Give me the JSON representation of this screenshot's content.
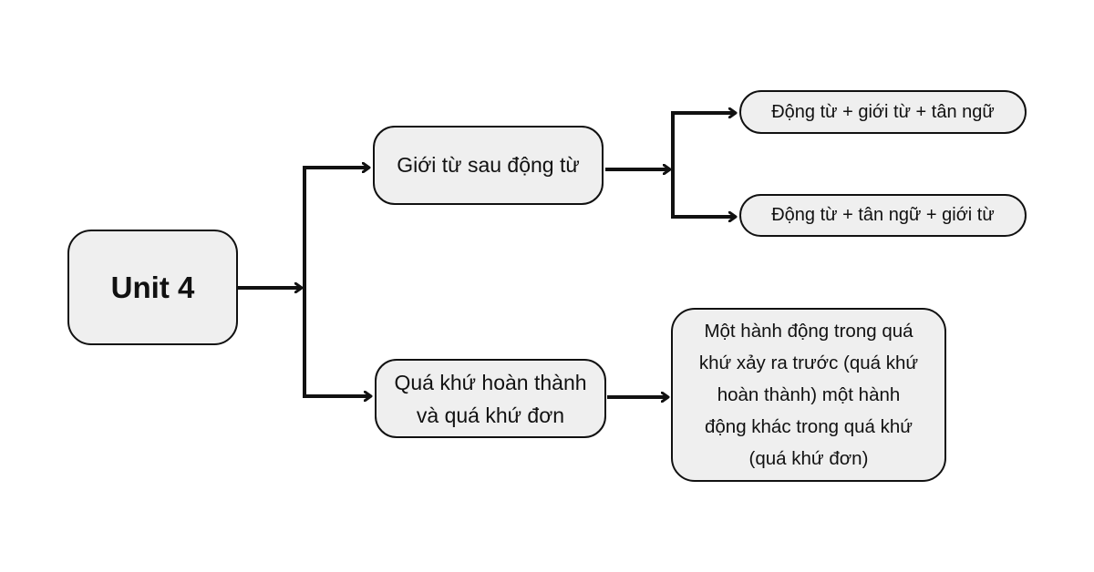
{
  "diagram": {
    "type": "mind-map",
    "root": {
      "label": "Unit 4"
    },
    "branches": [
      {
        "label": "Giới từ sau động từ",
        "children": [
          {
            "label": "Động từ + giới từ + tân ngữ"
          },
          {
            "label": "Động từ + tân ngữ + giới từ"
          }
        ]
      },
      {
        "label": "Quá khứ hoàn thành và quá khứ đơn",
        "label_lines": [
          "Quá khứ hoàn thành",
          "và quá khứ đơn"
        ],
        "children": [
          {
            "label": "Một hành động trong quá khứ xảy ra trước (quá khứ hoàn thành) một hành động khác trong quá khứ (quá khứ đơn)",
            "label_lines": [
              "Một hành động trong quá",
              "khứ xảy ra trước (quá khứ",
              "hoàn thành) một hành",
              "động khác trong quá khứ",
              "(quá khứ đơn)"
            ]
          }
        ]
      }
    ],
    "colors": {
      "node_fill": "#efefef",
      "stroke": "#111111",
      "background": "#ffffff"
    }
  }
}
